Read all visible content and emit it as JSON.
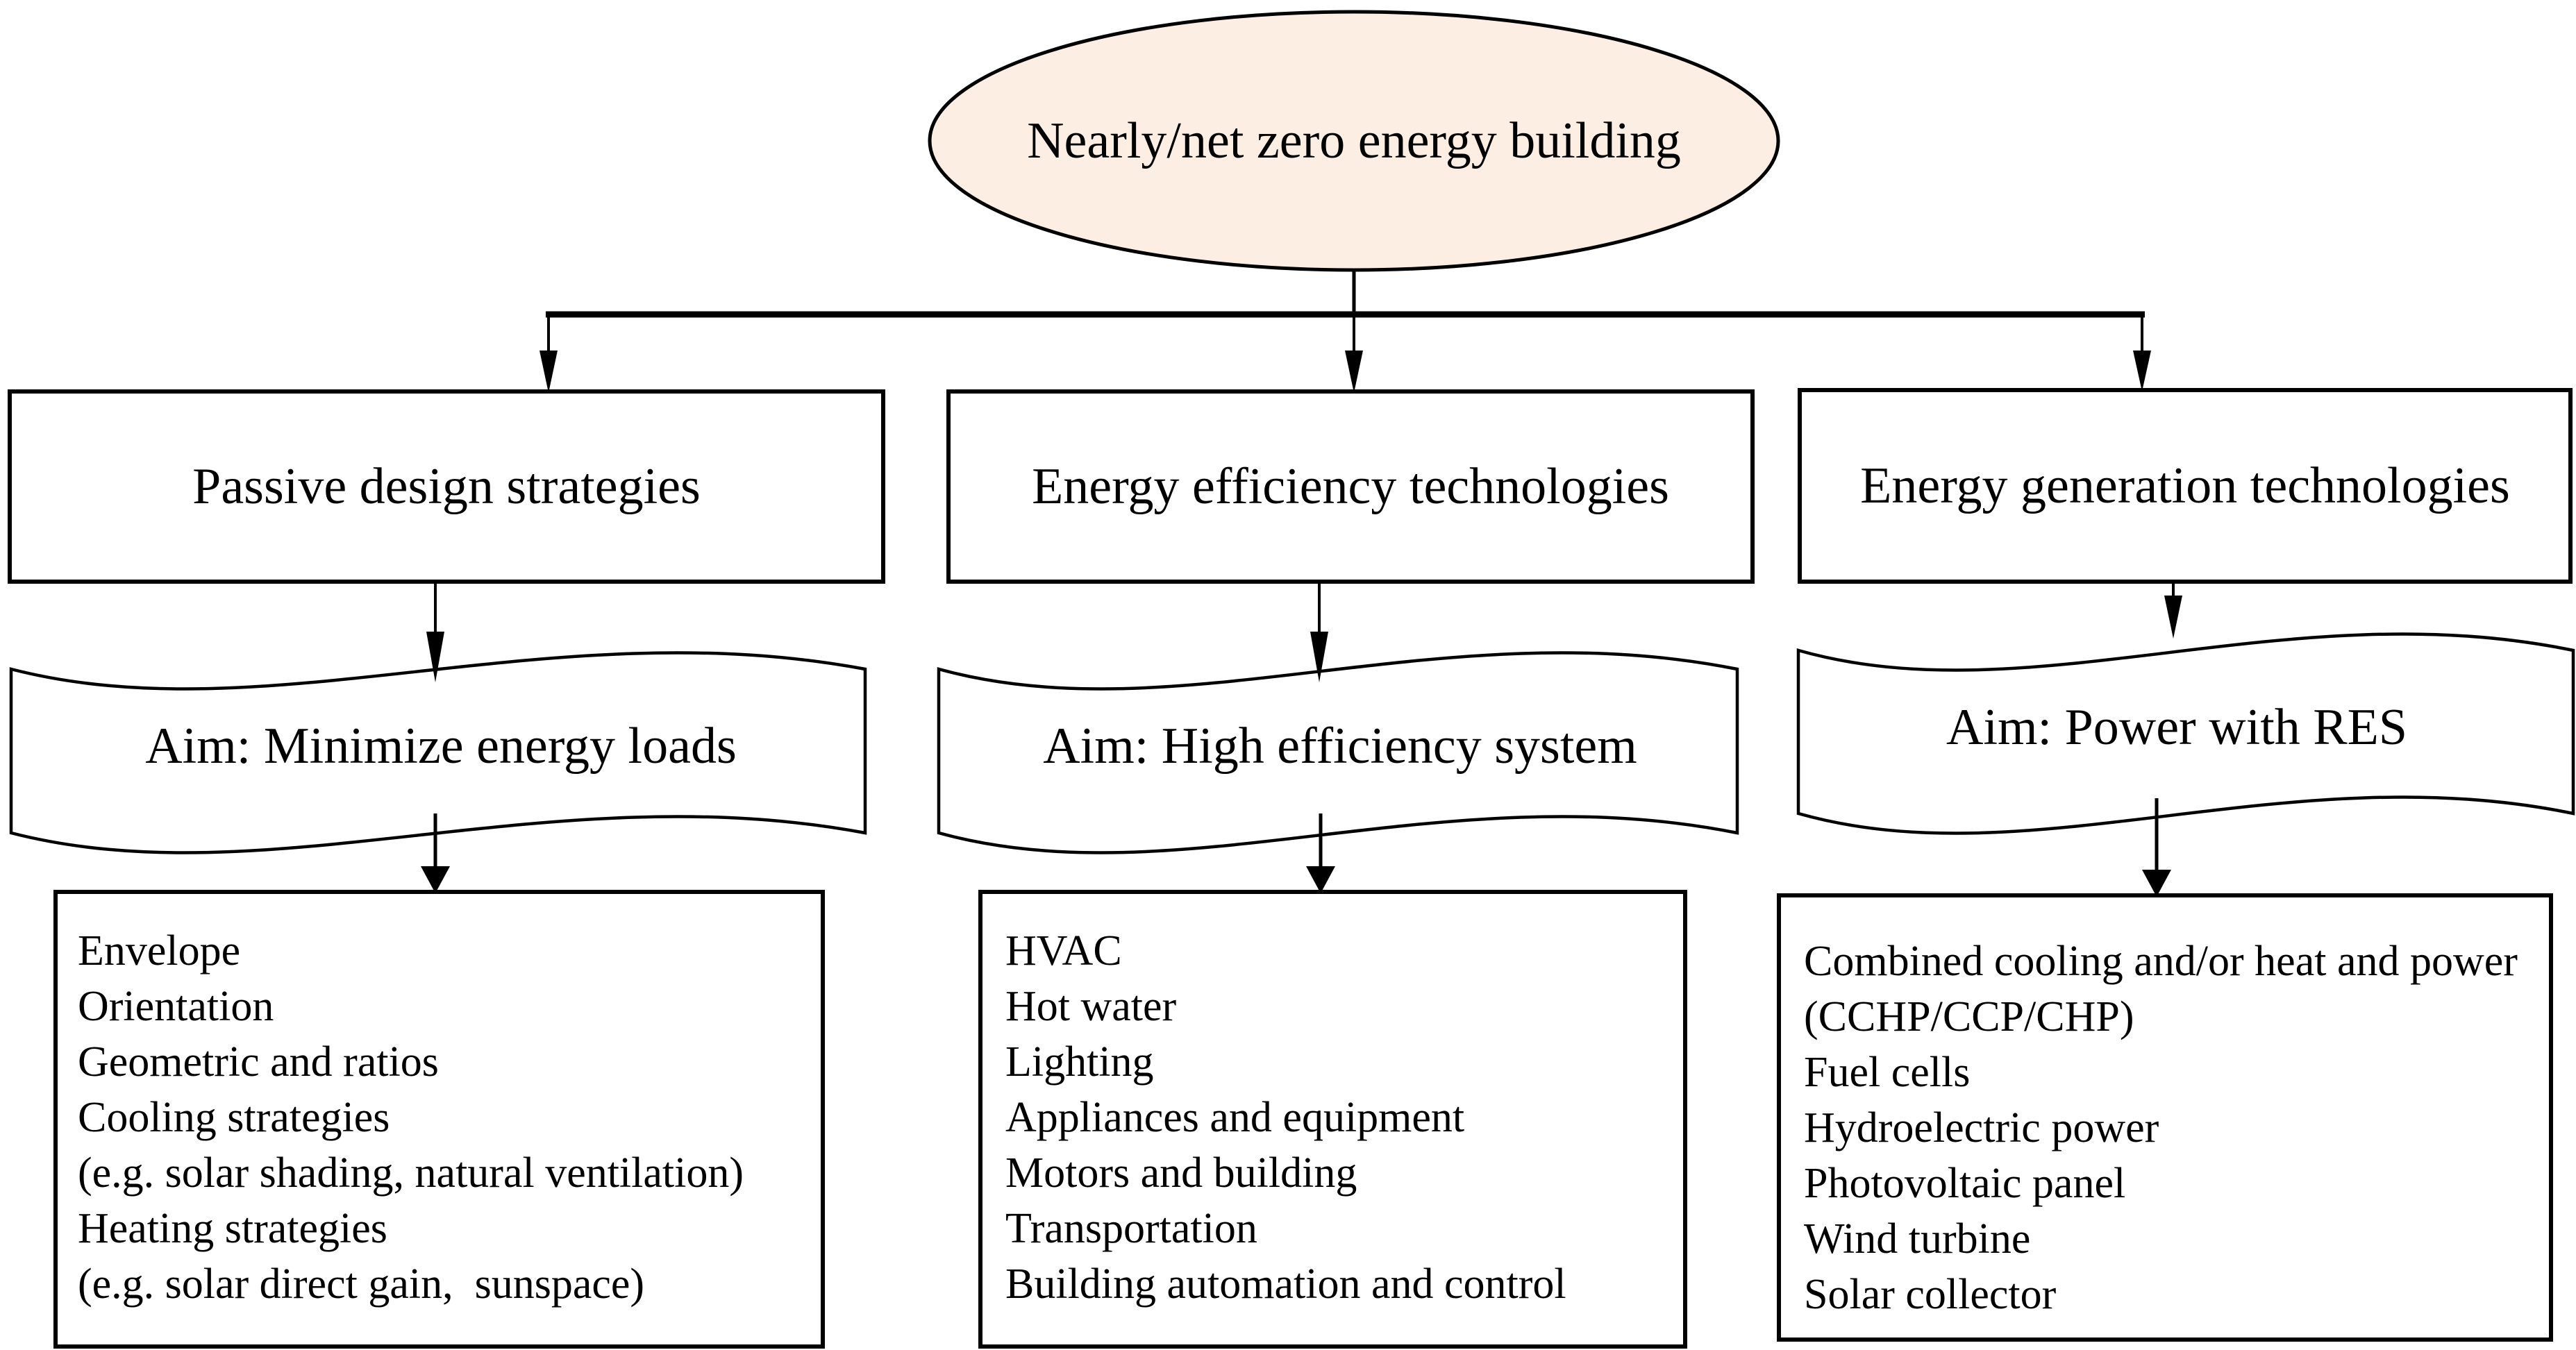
{
  "diagram": {
    "root": {
      "label": "Nearly/net zero energy building"
    },
    "columns": [
      {
        "strategy": "Passive design strategies",
        "aim": "Aim: Minimize energy loads",
        "items": [
          "Envelope",
          "Orientation",
          "Geometric and ratios",
          "Cooling strategies",
          "(e.g. solar shading, natural ventilation)",
          "Heating strategies",
          "(e.g. solar direct gain,  sunspace)"
        ]
      },
      {
        "strategy": "Energy efficiency technologies",
        "aim": "Aim: High efficiency system",
        "items": [
          "HVAC",
          "Hot water",
          "Lighting",
          "Appliances and equipment",
          "Motors and building",
          "Transportation",
          "Building automation and control"
        ]
      },
      {
        "strategy": "Energy generation technologies",
        "aim": "Aim: Power with RES",
        "items": [
          "Combined cooling and/or heat and power",
          "(CCHP/CCP/CHP)",
          "Fuel cells",
          "Hydroelectric power",
          "Photovoltaic panel",
          "Wind turbine",
          "Solar collector"
        ]
      }
    ]
  },
  "colors": {
    "ellipse_fill": "#FDEEE4",
    "stroke": "#000000",
    "shape_fill": "#FFFFFF"
  }
}
